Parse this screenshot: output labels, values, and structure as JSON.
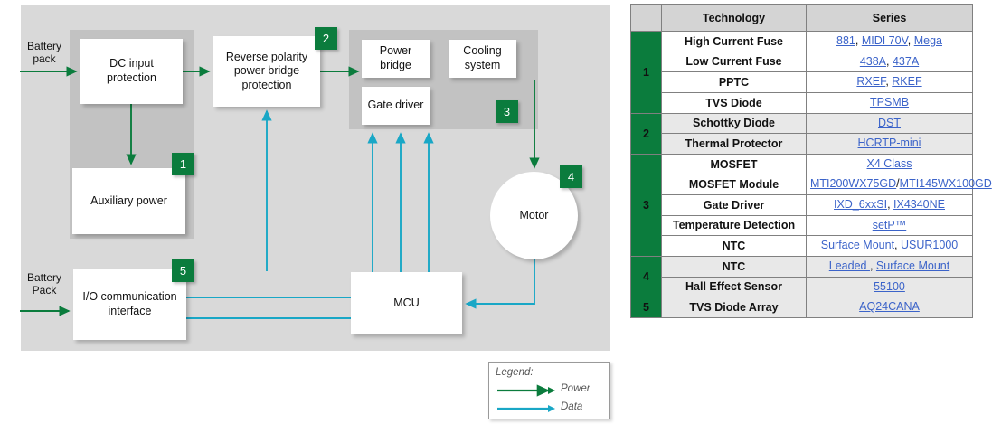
{
  "diagram": {
    "nodes": {
      "dc_input": "DC input protection",
      "aux_power": "Auxiliary power",
      "reverse": "Reverse polarity power bridge protection",
      "power_bridge": "Power bridge",
      "cooling": "Cooling system",
      "gate_driver": "Gate driver",
      "motor": "Motor",
      "mcu": "MCU",
      "io": "I/O communication interface"
    },
    "edge_labels": {
      "battery_pack_top": "Battery pack",
      "battery_pack_bottom": "Battery Pack"
    },
    "badges": {
      "b1": "1",
      "b2": "2",
      "b3": "3",
      "b4": "4",
      "b5": "5"
    },
    "legend": {
      "title": "Legend:",
      "power": "Power",
      "data": "Data"
    },
    "colors": {
      "power": "#0b7c3d",
      "data": "#19a7c6",
      "badge": "#0b7c3d",
      "canvas": "#d9d9d9",
      "panel": "#c2c2c2"
    }
  },
  "table": {
    "headers": {
      "group": "",
      "technology": "Technology",
      "series": "Series"
    },
    "groups": [
      {
        "number": "1",
        "shaded": false,
        "rows": [
          {
            "technology": "High Current Fuse",
            "series": [
              "881",
              "MIDI 70V",
              "Mega"
            ],
            "separator": ", "
          },
          {
            "technology": "Low Current Fuse",
            "series": [
              "438A",
              "437A"
            ],
            "separator": ", "
          },
          {
            "technology": "PPTC",
            "series": [
              "RXEF",
              "RKEF"
            ],
            "separator": ", "
          },
          {
            "technology": "TVS Diode",
            "series": [
              "TPSMB"
            ],
            "separator": ""
          }
        ]
      },
      {
        "number": "2",
        "shaded": true,
        "rows": [
          {
            "technology": "Schottky Diode",
            "series": [
              "DST"
            ],
            "separator": ""
          },
          {
            "technology": "Thermal Protector",
            "series": [
              "HCRTP-mini"
            ],
            "separator": ""
          }
        ]
      },
      {
        "number": "3",
        "shaded": false,
        "rows": [
          {
            "technology": "MOSFET",
            "series": [
              "X4 Class"
            ],
            "separator": ""
          },
          {
            "technology": "MOSFET Module",
            "series": [
              "MTI200WX75GD",
              "MTI145WX100GD"
            ],
            "separator": "/"
          },
          {
            "technology": "Gate Driver",
            "series": [
              "IXD_6xxSI",
              "IX4340NE"
            ],
            "separator": ", "
          },
          {
            "technology": "Temperature Detection",
            "series": [
              "setP™"
            ],
            "separator": ""
          },
          {
            "technology": "NTC",
            "series": [
              "Surface Mount",
              "USUR1000"
            ],
            "separator": ", "
          }
        ]
      },
      {
        "number": "4",
        "shaded": true,
        "rows": [
          {
            "technology": "NTC",
            "series": [
              "Leaded ",
              "Surface Mount"
            ],
            "separator": ", "
          },
          {
            "technology": "Hall Effect Sensor",
            "series": [
              "55100"
            ],
            "separator": ""
          }
        ]
      },
      {
        "number": "5",
        "shaded": true,
        "rows": [
          {
            "technology": "TVS Diode Array",
            "series": [
              "AQ24CANA"
            ],
            "separator": ""
          }
        ]
      }
    ],
    "link_color": "#3b63c9"
  }
}
